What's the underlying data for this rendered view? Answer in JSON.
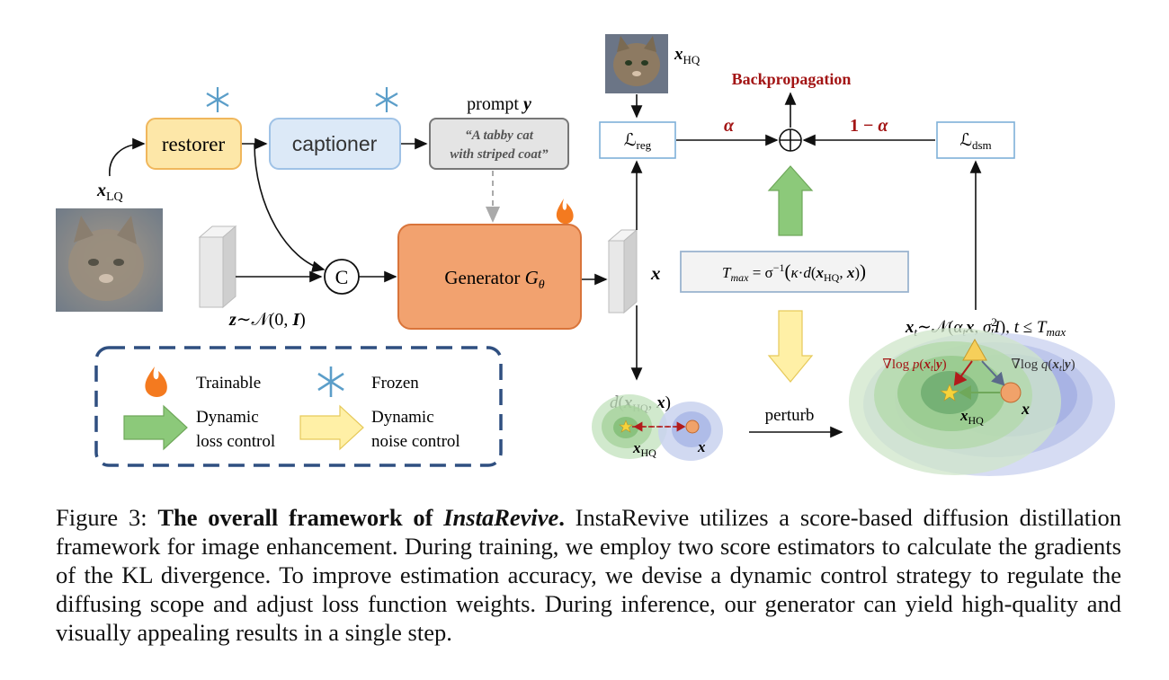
{
  "diagram": {
    "restorer_label": "restorer",
    "captioner_label": "captioner",
    "prompt_label": "prompt y",
    "prompt_text_line1": "“A tabby cat",
    "prompt_text_line2": "with striped coat”",
    "x_lq_label": "x_LQ",
    "noise_label": "z∼𝒩(0, I)",
    "concat_label": "C",
    "generator_label": "Generator G_θ",
    "x_out_label": "x",
    "x_hq_label": "x_HQ",
    "backprop_label": "Backpropagation",
    "alpha_label": "α",
    "one_minus_alpha_label": "1 − α",
    "l_reg_label": "ℒ_reg",
    "l_dsm_label": "ℒ_dsm",
    "tmax_formula": "T_max = σ⁻¹(κ·d(x_HQ, x))",
    "distance_label": "d(x_HQ, x)",
    "small_xhq_label": "x_HQ",
    "small_x_label": "x",
    "perturb_label": "perturb",
    "xt_formula": "x_t∼𝒩(α_t x, σ_t² I), t ≤ T_max",
    "grad_p_label": "∇log p(x_t|y)",
    "grad_q_label": "∇log q(x_t|y)",
    "big_xhq_label": "x_HQ",
    "big_x_label": "x"
  },
  "legend": {
    "trainable": "Trainable",
    "frozen": "Frozen",
    "dynamic_loss_line1": "Dynamic",
    "dynamic_loss_line2": "loss control",
    "dynamic_noise_line1": "Dynamic",
    "dynamic_noise_line2": "noise control"
  },
  "caption": {
    "figure_label": "Figure 3:",
    "title_bold": "The overall framework of ",
    "title_italic": "InstaRevive",
    "title_end": ".",
    "body": "InstaRevive utilizes a score-based diffusion distillation framework for image enhancement. During training, we employ two score estimators to calculate the gradients of the KL divergence. To improve estimation accuracy, we devise a dynamic control strategy to regulate the diffusing scope and adjust loss function weights. During inference, our generator can yield high-quality and visually appealing results in a single step."
  },
  "colors": {
    "restorer_fill": "#fde7a8",
    "restorer_stroke": "#f0b75c",
    "captioner_fill": "#dce9f7",
    "captioner_stroke": "#9fc2e6",
    "generator_fill": "#f2a26f",
    "generator_stroke": "#d9743a",
    "dark_red": "#a31515",
    "legend_border": "#2f4f80",
    "green_arrow": "#8cc97a",
    "yellow_arrow": "#fff0a6"
  }
}
